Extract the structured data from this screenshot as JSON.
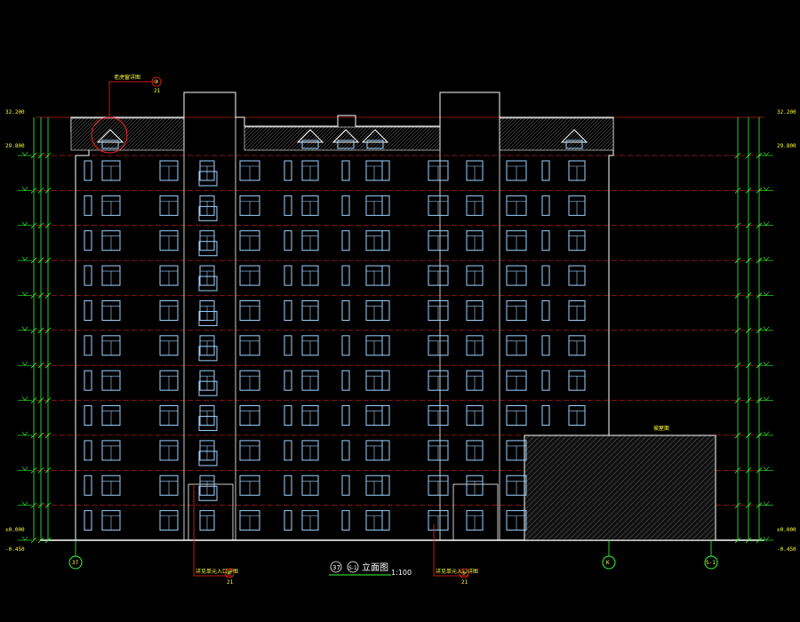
{
  "drawing": {
    "title": "37-S-1 立面图",
    "title_axis_start": "37",
    "title_axis_end": "S-1",
    "title_text": "立面图",
    "scale": "1:100"
  },
  "axes": [
    {
      "label": "37"
    },
    {
      "label": "K"
    },
    {
      "label": "S-1"
    }
  ],
  "callouts": [
    {
      "text": "详见单元入口详图",
      "ref": "④",
      "sheet": "21"
    },
    {
      "text": "详见单元入口详图",
      "ref": "⑤",
      "sheet": "21"
    },
    {
      "text": "老虎窗详图",
      "ref": "③",
      "sheet": "21"
    }
  ],
  "elevations": {
    "top": "32.200",
    "roof": "29.800",
    "ground": "±0.000",
    "base": "-0.450",
    "annex": "坡屋面"
  },
  "colors": {
    "background": "#000000",
    "wall": "#ffffff",
    "window": "#9fd3ff",
    "grid": "#ff3030",
    "dimension": "#33ff33",
    "text": "#ffff33",
    "leader": "#ff2020"
  }
}
